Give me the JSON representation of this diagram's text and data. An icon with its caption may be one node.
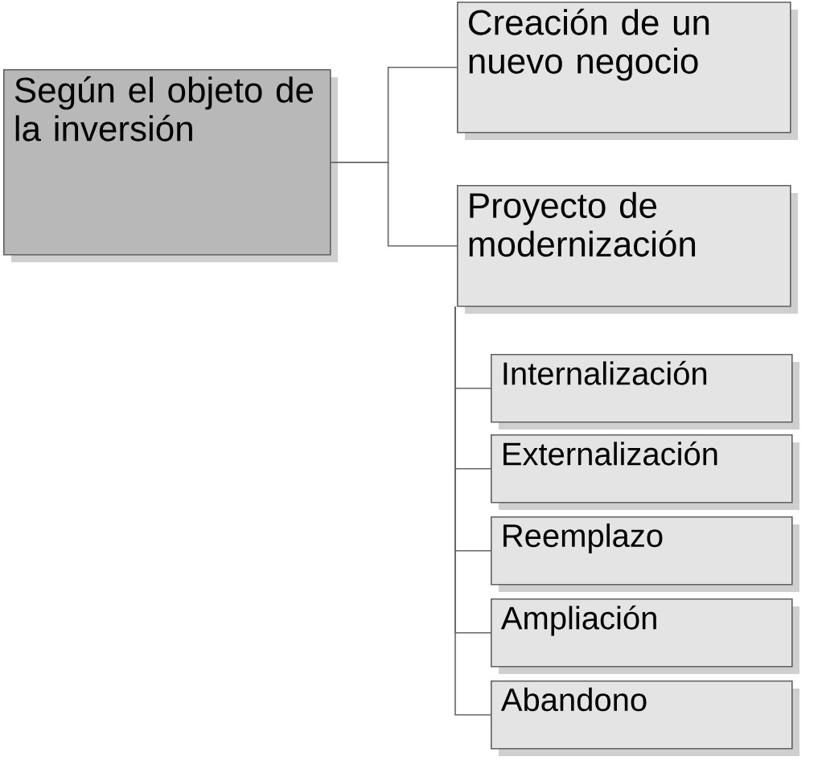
{
  "diagram": {
    "nodes": [
      {
        "text": [
          "Según el objeto de la inversión"
        ]
      },
      {
        "text": [
          "Creación de un nuevo negocio"
        ]
      },
      {
        "text": [
          "Proyecto de modernización"
        ]
      },
      {
        "text": [
          "Internalización"
        ]
      },
      {
        "text": [
          "Externalización"
        ]
      },
      {
        "text": [
          "Reemplazo"
        ]
      },
      {
        "text": [
          "Ampliación"
        ]
      },
      {
        "text": [
          "Abandono"
        ]
      }
    ],
    "edges": [
      {
        "from": 0,
        "to": 1,
        "arrow": "none"
      },
      {
        "from": 0,
        "to": 2,
        "arrow": "none"
      },
      {
        "from": 2,
        "to": 3,
        "arrow": "none"
      },
      {
        "from": 2,
        "to": 4,
        "arrow": "none"
      },
      {
        "from": 2,
        "to": 5,
        "arrow": "none"
      },
      {
        "from": 2,
        "to": 6,
        "arrow": "none"
      },
      {
        "from": 2,
        "to": 7,
        "arrow": "none"
      }
    ]
  }
}
